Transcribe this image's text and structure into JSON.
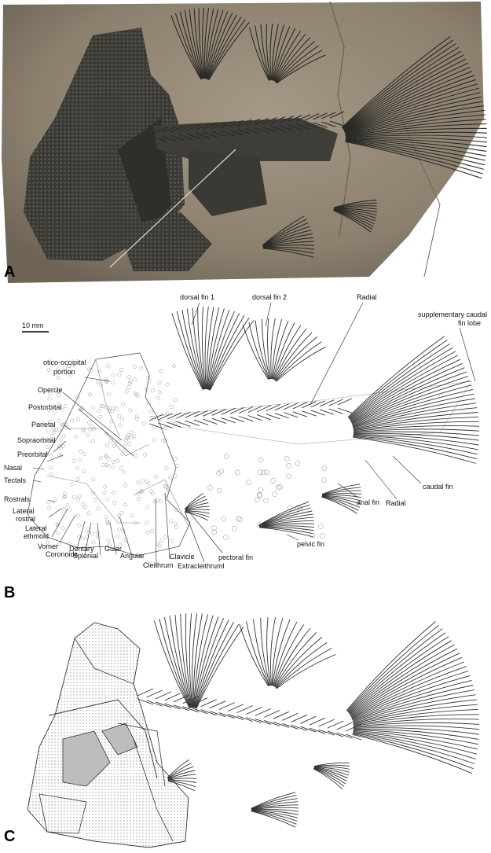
{
  "panels": {
    "a": {
      "letter": "A"
    },
    "b": {
      "letter": "B"
    },
    "c": {
      "letter": "C"
    }
  },
  "scale_bar": {
    "label": "10 mm"
  },
  "labels": {
    "dorsal_fin_1": "dorsal fin 1",
    "dorsal_fin_2": "dorsal fin 2",
    "radial_top": "Radial",
    "supp_caudal_1": "supplementary caudal",
    "supp_caudal_2": "fin lobe",
    "otico_1": "otico-occipital",
    "otico_2": "portion",
    "opercle": "Opercle",
    "postorbital": "Postorbital",
    "parietal": "Parietal",
    "sopraorbital": "Sopraorbital",
    "preorbital": "Preorbital",
    "nasal": "Nasal",
    "tectals": "Tectals",
    "rostrals": "Rostrals",
    "lateral_rostral_1": "Lateral",
    "lateral_rostral_2": "rostral",
    "lateral_ethmoid_1": "Lateral",
    "lateral_ethmoid_2": "ethmoid",
    "vomer": "Vomer",
    "coronoids": "Coronoids",
    "dentary": "Dentary",
    "splenial": "Splenial",
    "gular": "Gular",
    "angular": "Angular",
    "cleithrum": "Cleithrum",
    "clavicle": "Clavicle",
    "extracleithrum": "Extracleithruml",
    "pectoral_fin": "pectoral fin",
    "pelvic_fin": "pelvic fin",
    "anal_fin": "anal fin",
    "caudal_fin": "caudal fin",
    "radial_bottom": "Radial"
  },
  "colors": {
    "slab": "#8a7f70",
    "fossil": "#3b3a36",
    "line": "#333333",
    "shade": "#bdbdbd"
  }
}
